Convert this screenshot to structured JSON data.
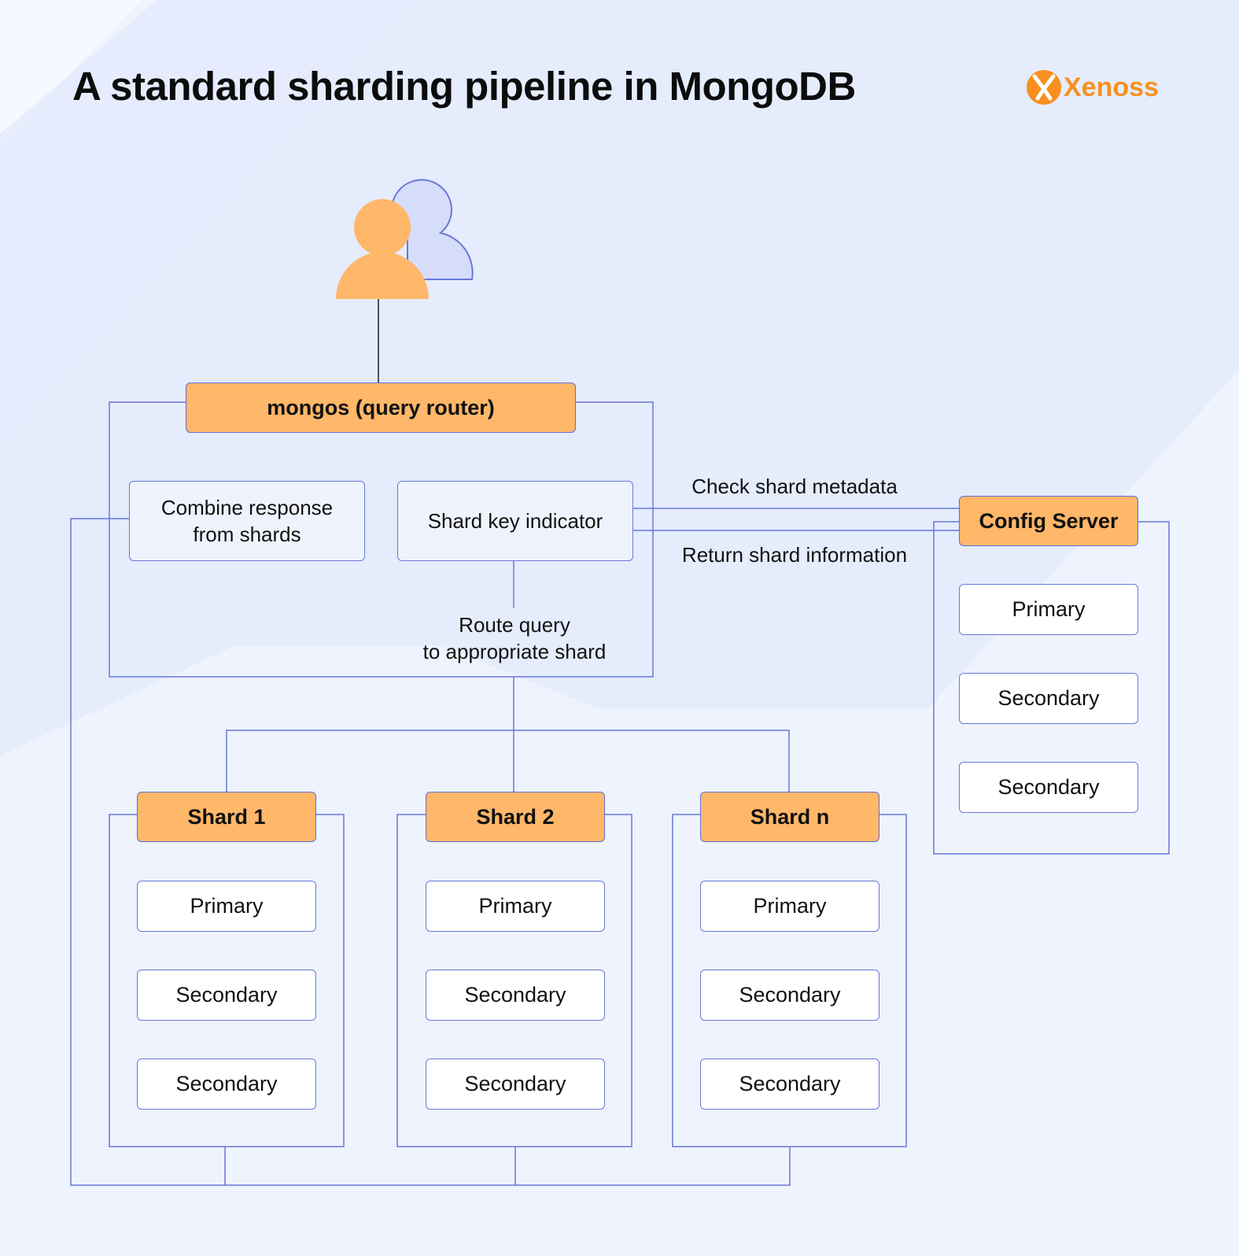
{
  "title": "A standard sharding pipeline in MongoDB",
  "logo": {
    "text": "Xenoss",
    "icon": "xenoss-logo-icon",
    "color": "#f7901e"
  },
  "colors": {
    "orange": "#ffb769",
    "line": "#6878d8",
    "background": "#eef3fd"
  },
  "user_icon": "users-icon",
  "router": {
    "label": "mongos (query router)"
  },
  "combine": {
    "line1": "Combine response",
    "line2": "from shards"
  },
  "shard_key": {
    "label": "Shard key indicator"
  },
  "route": {
    "line1": "Route query",
    "line2": "to appropriate shard"
  },
  "edges": {
    "check": "Check shard metadata",
    "return": "Return shard information"
  },
  "config": {
    "label": "Config Server",
    "members": [
      "Primary",
      "Secondary",
      "Secondary"
    ]
  },
  "shards": [
    {
      "label": "Shard 1",
      "members": [
        "Primary",
        "Secondary",
        "Secondary"
      ]
    },
    {
      "label": "Shard 2",
      "members": [
        "Primary",
        "Secondary",
        "Secondary"
      ]
    },
    {
      "label": "Shard n",
      "members": [
        "Primary",
        "Secondary",
        "Secondary"
      ]
    }
  ]
}
